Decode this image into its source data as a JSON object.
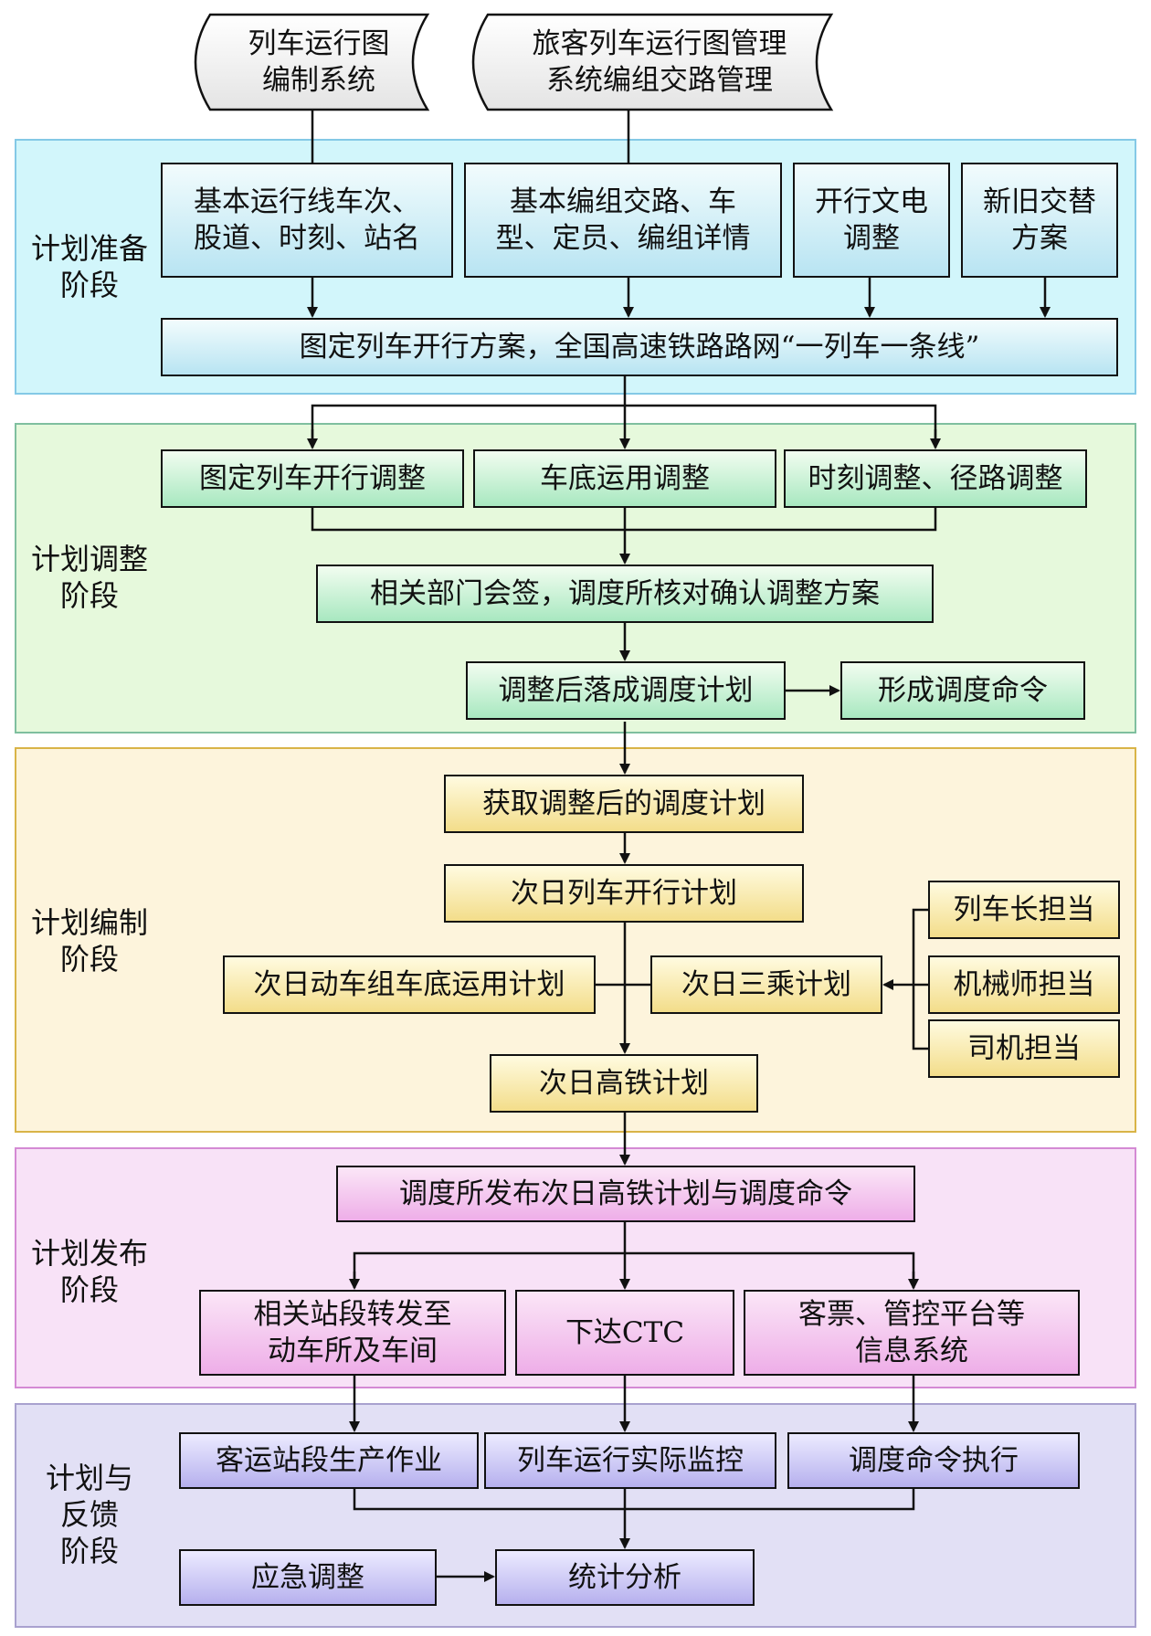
{
  "sources": {
    "left": "列车运行图\n编制系统",
    "right": "旅客列车运行图管理\n系统编组交路管理"
  },
  "stages": {
    "prep": "计划准备\n阶段",
    "adjust": "计划调整\n阶段",
    "compile": "计划编制\n阶段",
    "publish": "计划发布\n阶段",
    "feedback": "计划与\n反馈\n阶段"
  },
  "prep": {
    "b1": "基本运行线车次、\n股道、时刻、站名",
    "b2": "基本编组交路、车\n型、定员、编组详情",
    "b3": "开行文电\n调整",
    "b4": "新旧交替\n方案",
    "plan": "图定列车开行方案，全国高速铁路路网“一列车一条线”"
  },
  "adjust": {
    "a1": "图定列车开行调整",
    "a2": "车底运用调整",
    "a3": "时刻调整、径路调整",
    "sign": "相关部门会签，调度所核对确认调整方案",
    "result": "调整后落成调度计划",
    "order": "形成调度命令"
  },
  "compile": {
    "fetch": "获取调整后的调度计划",
    "train": "次日列车开行计划",
    "emu": "次日动车组车底运用计划",
    "crew": "次日三乘计划",
    "conductor": "列车长担当",
    "mechanic": "机械师担当",
    "driver": "司机担当",
    "hsr": "次日高铁计划"
  },
  "publish": {
    "release": "调度所发布次日高铁计划与调度命令",
    "forward": "相关站段转发至\n动车所及车间",
    "ctc": "下达CTC",
    "ticket": "客票、管控平台等\n信息系统"
  },
  "feedback": {
    "station": "客运站段生产作业",
    "monitor": "列车运行实际监控",
    "exec": "调度命令执行",
    "emergency": "应急调整",
    "stats": "统计分析"
  }
}
